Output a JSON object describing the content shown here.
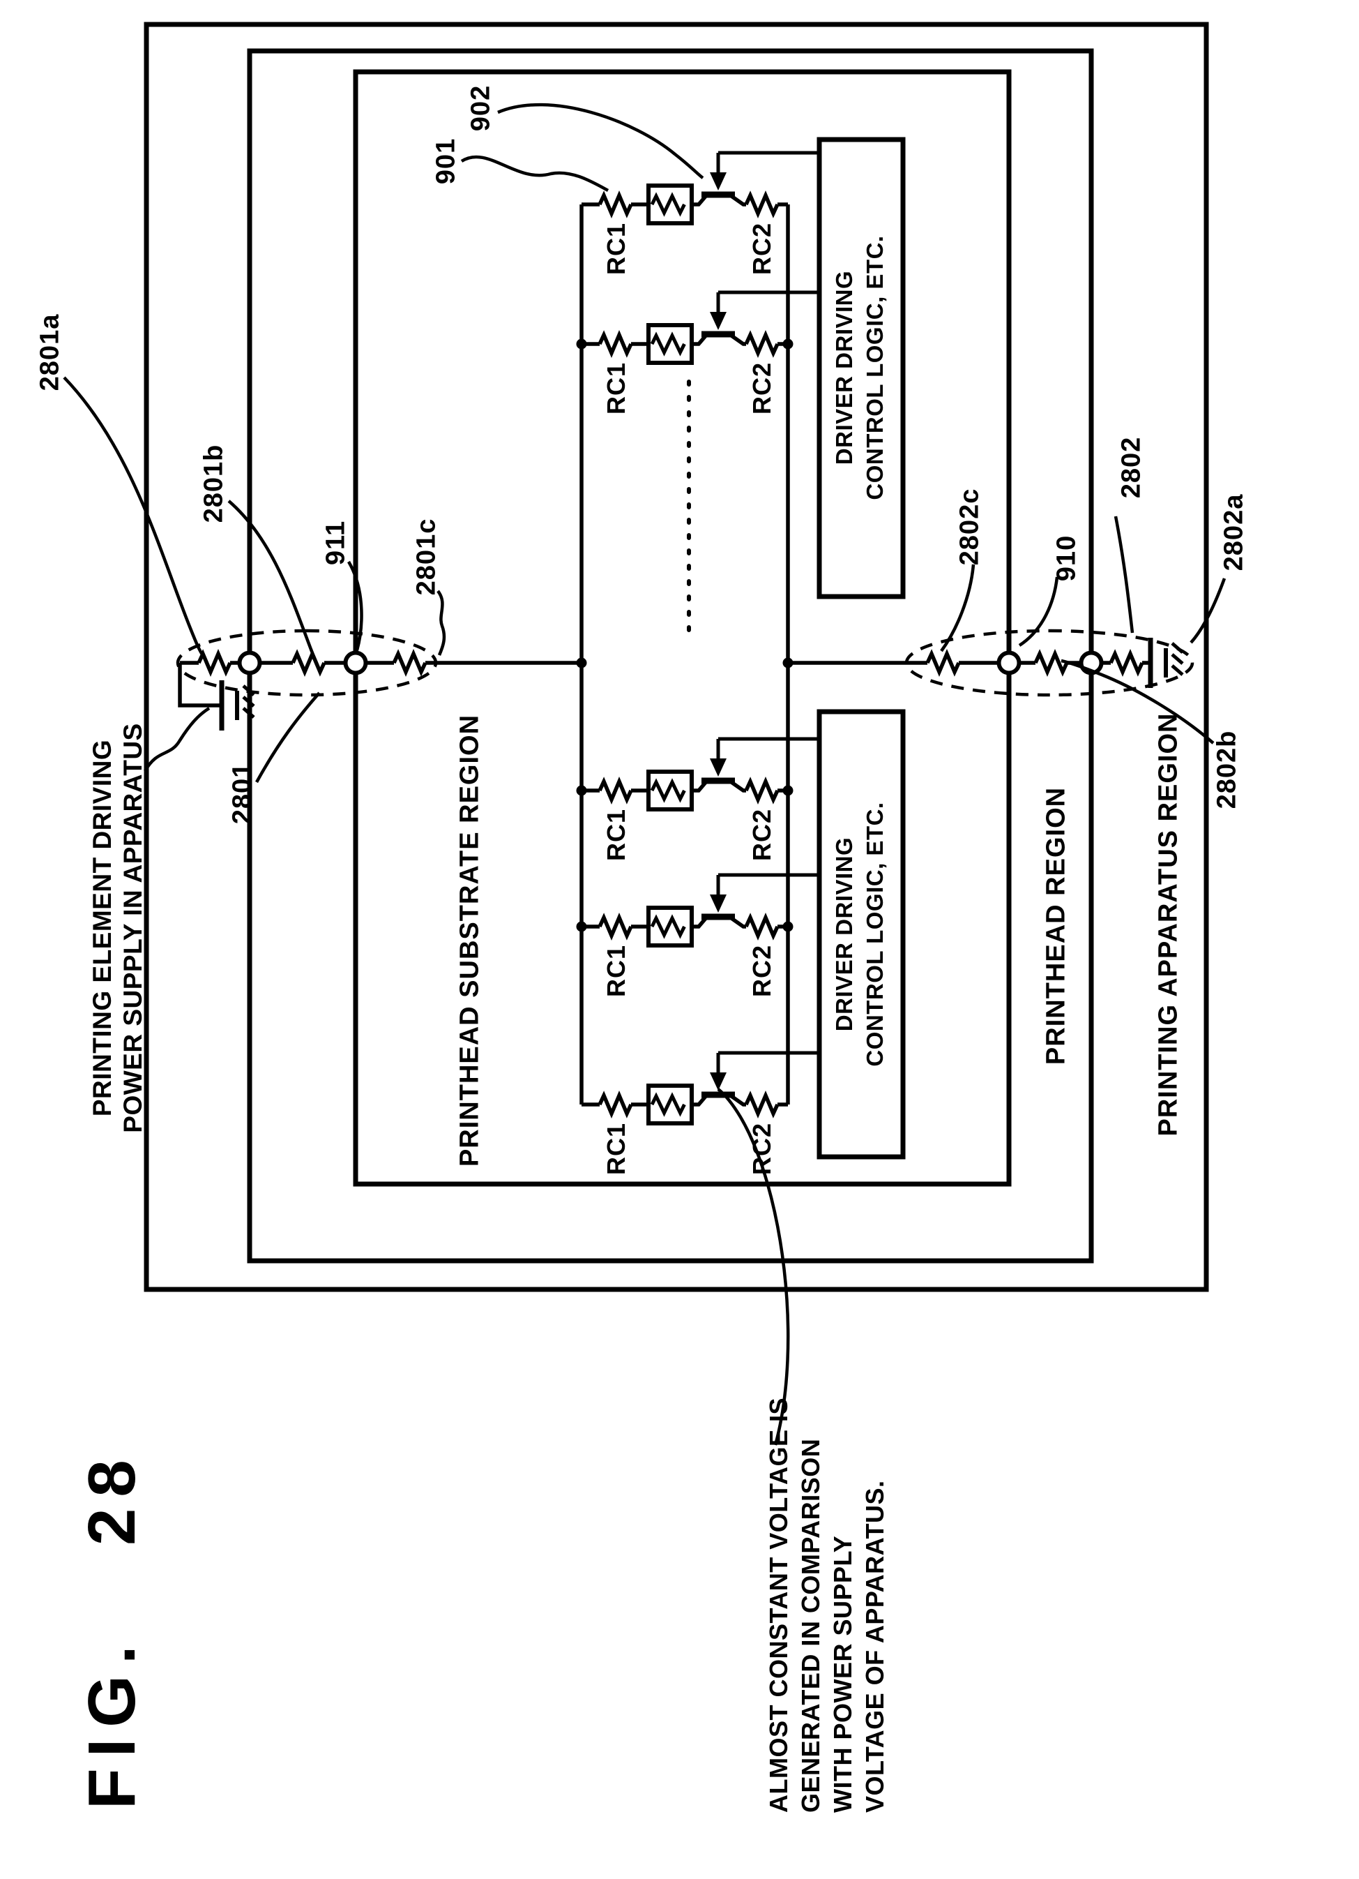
{
  "figure": {
    "label": "FIG.",
    "number": "28"
  },
  "regions": {
    "apparatus": "PRINTING APPARATUS REGION",
    "printhead": "PRINTHEAD REGION",
    "substrate": "PRINTHEAD SUBSTRATE REGION"
  },
  "logic_box": {
    "line1": "DRIVER DRIVING",
    "line2": "CONTROL LOGIC, ETC."
  },
  "supply_note": {
    "line1": "PRINTING ELEMENT DRIVING",
    "line2": "POWER SUPPLY IN APPARATUS"
  },
  "voltage_note": {
    "line1": "ALMOST CONSTANT VOLTAGE IS",
    "line2": "GENERATED IN COMPARISON",
    "line3": "WITH POWER SUPPLY",
    "line4": "VOLTAGE OF APPARATUS."
  },
  "refs": {
    "n2801a": "2801a",
    "n2801b": "2801b",
    "n2801c": "2801c",
    "n2801": "2801",
    "n911": "911",
    "n901": "901",
    "n902": "902",
    "n2802c": "2802c",
    "n910": "910",
    "n2802": "2802",
    "n2802a": "2802a",
    "n2802b": "2802b"
  },
  "components": {
    "rc1": "RC1",
    "rc2": "RC2"
  }
}
